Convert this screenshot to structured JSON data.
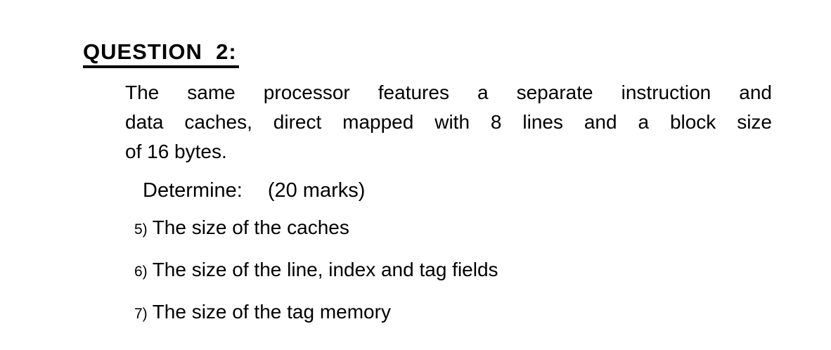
{
  "page": {
    "background_color": "#ffffff",
    "text_color": "#000000"
  },
  "heading": {
    "text": "QUESTION  2:"
  },
  "paragraph": {
    "lines": [
      "The same processor features a separate instruction and",
      "data caches, direct mapped with 8 lines and a block size",
      "of 16 bytes."
    ]
  },
  "determine": {
    "label": "Determine:",
    "marks": "(20 marks)"
  },
  "list": {
    "items": [
      {
        "number": "5)",
        "text": "The size of the caches"
      },
      {
        "number": "6)",
        "text": "The size of the line, index and tag fields"
      },
      {
        "number": "7)",
        "text": "The size of the tag memory"
      }
    ]
  }
}
